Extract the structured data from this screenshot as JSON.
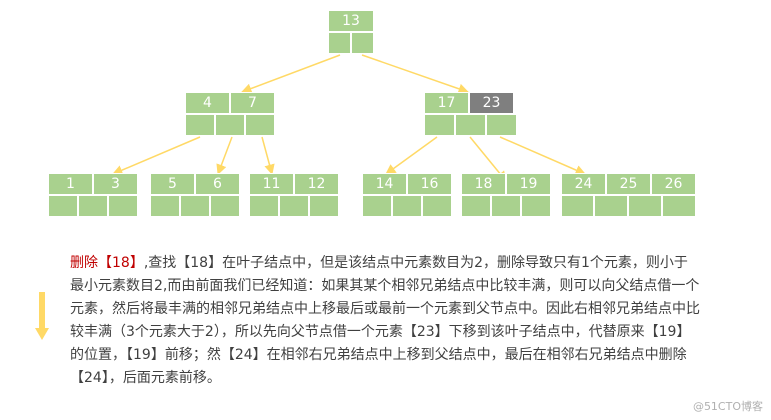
{
  "tree": {
    "root": {
      "keys": [
        "13"
      ]
    },
    "left": {
      "keys": [
        "4",
        "7"
      ]
    },
    "right": {
      "keys": [
        "17",
        "23"
      ]
    },
    "leaves": [
      {
        "keys": [
          "1",
          "3"
        ]
      },
      {
        "keys": [
          "5",
          "6"
        ]
      },
      {
        "keys": [
          "11",
          "12"
        ]
      },
      {
        "keys": [
          "14",
          "16"
        ]
      },
      {
        "keys": [
          "18",
          "19"
        ]
      },
      {
        "keys": [
          "24",
          "25",
          "26"
        ]
      }
    ]
  },
  "description": {
    "lead": "删除【18】",
    "body": ",查找【18】在叶子结点中，但是该结点中元素数目为2，删除导致只有1个元素，则小于最小元素数目2,而由前面我们已经知道：如果其某个相邻兄弟结点中比较丰满，则可以向父结点借一个元素，然后将最丰满的相邻兄弟结点中上移最后或最前一个元素到父节点中。因此右相邻兄弟结点中比较丰满（3个元素大于2），所以先向父节点借一个元素【23】下移到该叶子结点中，代替原来【19】的位置，【19】前移；然【24】在相邻右兄弟结点中上移到父结点中，最后在相邻右兄弟结点中删除【24】，后面元素前移。"
  },
  "watermark": "@51CTO博客",
  "colors": {
    "node": "#a9d18e",
    "highlight_key": "#7f7f7f",
    "arrow": "#ffd966",
    "lead_text": "#c00000"
  }
}
